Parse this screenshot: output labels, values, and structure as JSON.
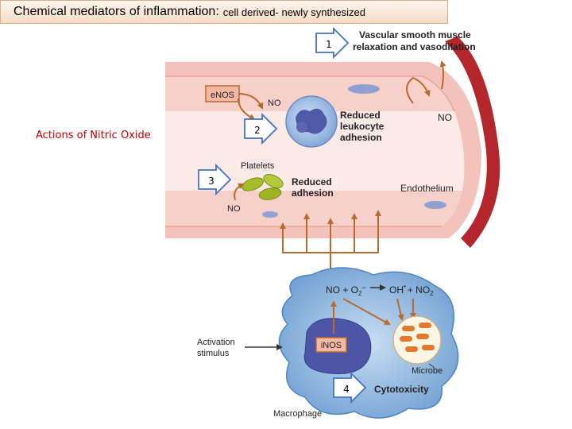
{
  "title": {
    "main": "Chemical mediators of inflammation:",
    "sub": "cell derived- newly synthesized"
  },
  "side_label": "Actions of Nitric Oxide",
  "markers": [
    "1",
    "2",
    "3",
    "4"
  ],
  "labels": {
    "vascular_line1": "Vascular smooth muscle",
    "vascular_line2": "relaxation and vasodilation",
    "enos": "e​NOS",
    "no": "NO",
    "reduced_leuko_1": "Reduced",
    "reduced_leuko_2": "leukocyte",
    "reduced_leuko_3": "adhesion",
    "platelets": "Platelets",
    "reduced_adh_1": "Reduced",
    "reduced_adh_2": "adhesion",
    "endothelium": "Endothelium",
    "reaction_left": "NO + O",
    "reaction_o_sub": "2",
    "reaction_o_sup": "−",
    "reaction_right": "OH",
    "reaction_oh_sup": "•",
    "reaction_plus": "+ NO",
    "reaction_no2_sub": "2",
    "activation_1": "Activation",
    "activation_2": "stimulus",
    "inos": "iNOS",
    "microbe": "Microbe",
    "cytotoxicity": "Cytotoxicity",
    "macrophage": "Macrophage"
  },
  "colors": {
    "title_border": "#d9b08a",
    "side_label": "#c00000",
    "vessel_wall": "#f3c2bb",
    "vessel_lumen": "#fbeae6",
    "arrow": "#b86a2e",
    "macrophage": "#8fb8e0",
    "inos": "#5055a8",
    "platelet": "#a6bd2a",
    "microbe": "#e3792c"
  }
}
